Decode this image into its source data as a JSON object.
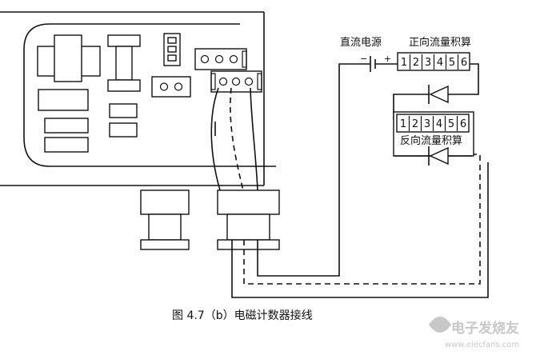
{
  "labels": {
    "dc_power": "直流电源",
    "minus": "−",
    "plus": "+",
    "forward": "正向流量积算",
    "reverse": "反向流量积算"
  },
  "terminals_top": [
    "1",
    "2",
    "3",
    "4",
    "5",
    "6"
  ],
  "terminals_bottom": [
    "1",
    "2",
    "3",
    "4",
    "5",
    "6"
  ],
  "caption": "图 4.7（b）电磁计数器接线",
  "watermark": {
    "cn": "电子发烧友",
    "url": "www.elecfans.com"
  },
  "colors": {
    "line": "#111111",
    "watermark": "#c8c8c8"
  }
}
